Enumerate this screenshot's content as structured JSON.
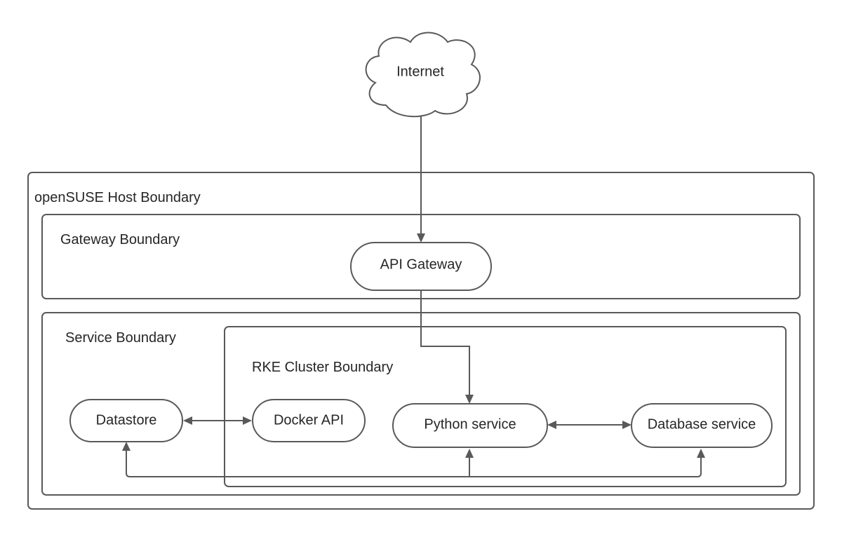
{
  "diagram": {
    "internet": {
      "label": "Internet"
    },
    "host_boundary": {
      "label": "openSUSE Host Boundary"
    },
    "gateway_boundary": {
      "label": "Gateway Boundary"
    },
    "service_boundary": {
      "label": "Service Boundary"
    },
    "rke_cluster_boundary": {
      "label": "RKE Cluster Boundary"
    },
    "nodes": {
      "api_gateway": "API Gateway",
      "datastore": "Datastore",
      "docker_api": "Docker API",
      "python_service": "Python service",
      "database_service": "Database service"
    }
  }
}
